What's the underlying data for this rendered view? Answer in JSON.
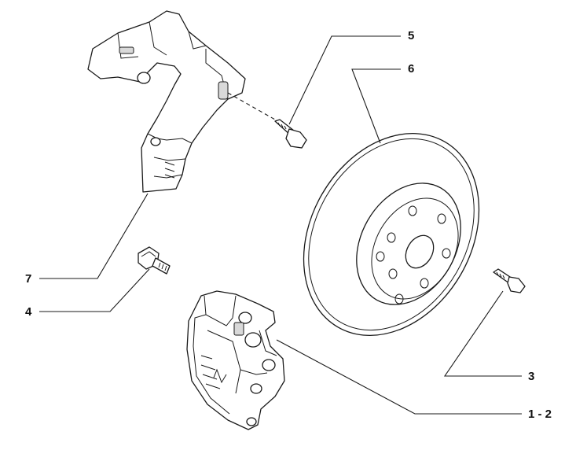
{
  "diagram": {
    "callouts": [
      {
        "id": "c5",
        "label": "5"
      },
      {
        "id": "c6",
        "label": "6"
      },
      {
        "id": "c7",
        "label": "7"
      },
      {
        "id": "c4",
        "label": "4"
      },
      {
        "id": "c3",
        "label": "3"
      },
      {
        "id": "c12",
        "label": "1 - 2"
      }
    ]
  }
}
